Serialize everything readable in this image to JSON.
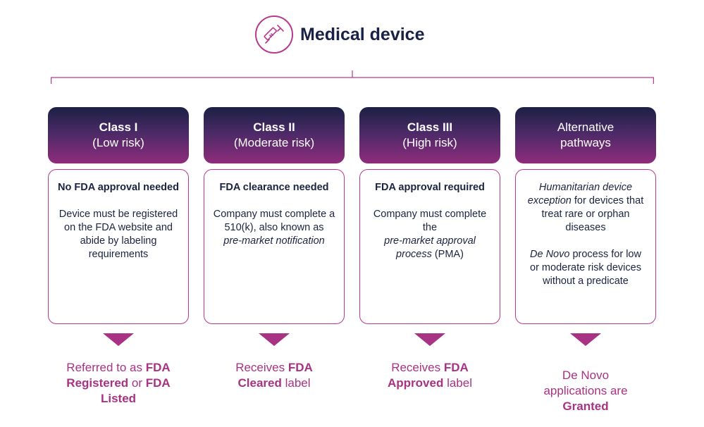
{
  "title": "Medical device",
  "columns": [
    {
      "header_line1": "Class I",
      "header_line2": "(Low risk)",
      "card_heading": "No FDA approval needed",
      "card_body": "Device must be registered on the FDA website and abide by labeling requirements",
      "result_prefix": "Referred to as ",
      "result_bold1": "FDA Registered",
      "result_mid": " or ",
      "result_bold2": "FDA Listed"
    },
    {
      "header_line1": "Class II",
      "header_line2": "(Moderate risk)",
      "card_heading": "FDA clearance needed",
      "card_body_plain": "Company must complete a 510(k), also known as",
      "card_body_italic": "pre-market notification",
      "result_prefix": "Receives ",
      "result_bold": "FDA Cleared",
      "result_suffix": " label"
    },
    {
      "header_line1": "Class III",
      "header_line2": "(High risk)",
      "card_heading": "FDA approval required",
      "card_body_plain": "Company must complete the",
      "card_body_italic": "pre-market approval process",
      "card_body_tail": " (PMA)",
      "result_prefix": "Receives ",
      "result_bold": "FDA Approved",
      "result_suffix": " label"
    },
    {
      "header_line1": "Alternative",
      "header_line2": "pathways",
      "para1_italic": "Humanitarian device exception",
      "para1_plain": " for devices that treat rare or orphan diseases",
      "para2_italic": "De Novo",
      "para2_plain": " process for low or moderate risk devices without a predicate",
      "result_prefix": "De Novo applications are ",
      "result_bold": "Granted"
    }
  ],
  "colors": {
    "accent": "#a83283",
    "navy": "#1a2147"
  },
  "icons": {
    "title_icon": "syringe-icon",
    "arrow_icon": "triangle-down-icon"
  }
}
